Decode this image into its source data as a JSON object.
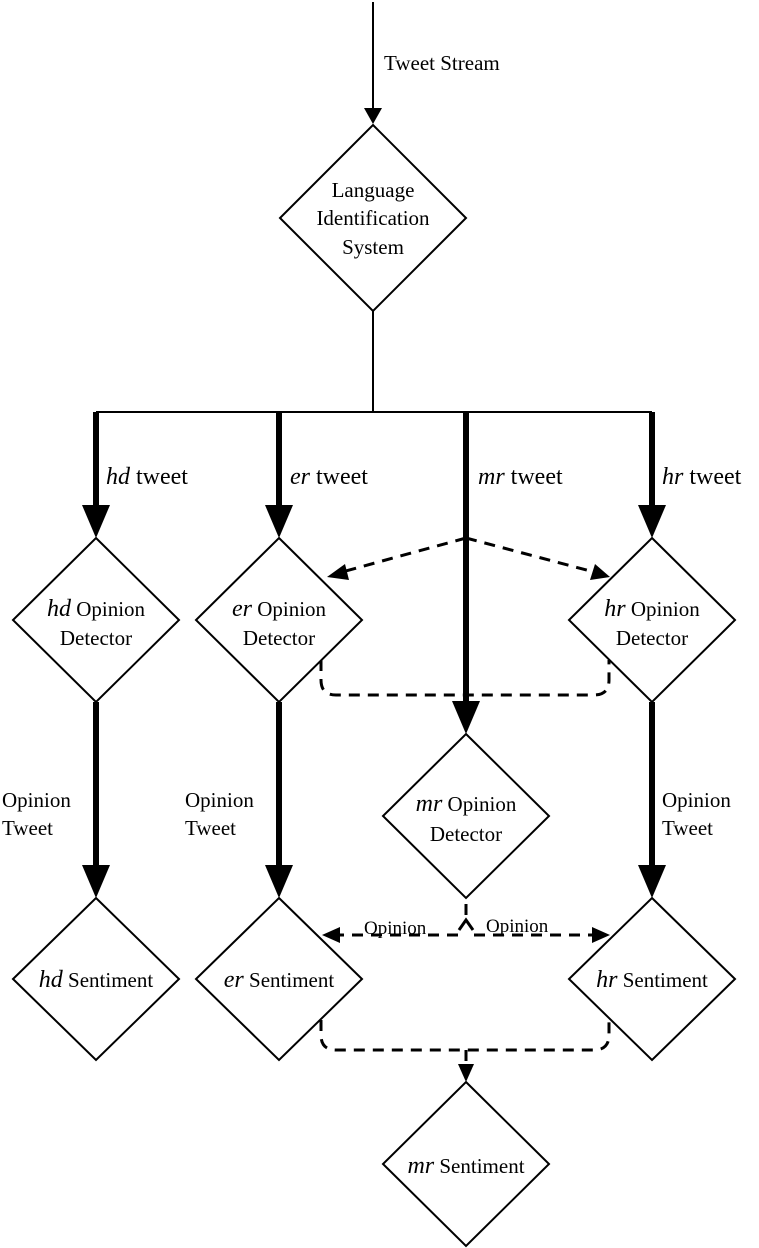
{
  "input_label": "Tweet Stream",
  "language_system": {
    "lines": [
      "Language",
      "Identification",
      "System"
    ]
  },
  "branches": [
    {
      "code": "hd",
      "word": "tweet"
    },
    {
      "code": "er",
      "word": "tweet"
    },
    {
      "code": "mr",
      "word": "tweet"
    },
    {
      "code": "hr",
      "word": "tweet"
    }
  ],
  "detectors": {
    "suffix_line1": "Opinion",
    "line2": "Detector",
    "hd": "hd",
    "er": "er",
    "mr": "mr",
    "hr": "hr"
  },
  "opinion_tweet": {
    "line1": "Opinion",
    "line2": "Tweet"
  },
  "opinion_dashed_labels": [
    "Opinion",
    "Opinion"
  ],
  "sentiment": {
    "word": "Sentiment",
    "hd": "hd",
    "er": "er",
    "mr": "mr",
    "hr": "hr"
  }
}
